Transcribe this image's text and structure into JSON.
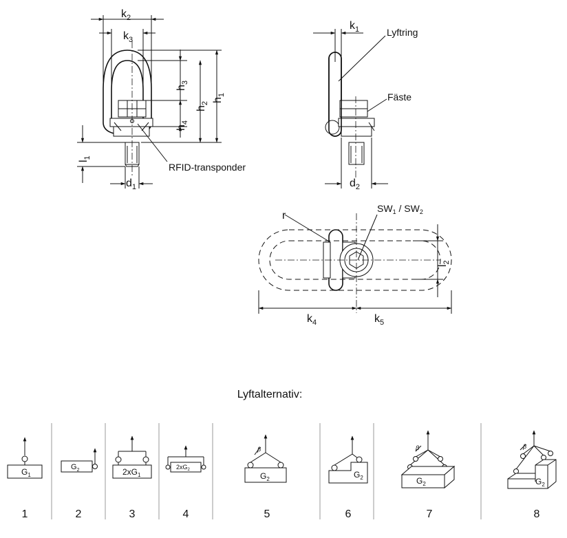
{
  "dimensions": {
    "k2": {
      "main": "k",
      "sub": "2"
    },
    "k3": {
      "main": "k",
      "sub": "3"
    },
    "k1": {
      "main": "k",
      "sub": "1"
    },
    "k4": {
      "main": "k",
      "sub": "4"
    },
    "k5": {
      "main": "k",
      "sub": "5"
    },
    "h1": {
      "main": "h",
      "sub": "1"
    },
    "h2": {
      "main": "h",
      "sub": "2"
    },
    "h3": {
      "main": "h",
      "sub": "3"
    },
    "h4": {
      "main": "h",
      "sub": "4"
    },
    "l1": {
      "main": "l",
      "sub": "1"
    },
    "l2": {
      "main": "l",
      "sub": "2"
    },
    "d1": {
      "main": "d",
      "sub": "1"
    },
    "d2": {
      "main": "d",
      "sub": "2"
    },
    "r": "r"
  },
  "labels": {
    "lyftring": "Lyftring",
    "faste": "Fäste",
    "rfid": "RFID-transponder",
    "sw": {
      "a": "SW",
      "a_sub": "1",
      "sep": " / SW",
      "b_sub": "2"
    },
    "section_title": "Lyftalternativ:"
  },
  "lift_options": [
    {
      "number": "1",
      "label": {
        "main": "G",
        "sub": "1"
      }
    },
    {
      "number": "2",
      "label": {
        "main": "G",
        "sub": "2"
      }
    },
    {
      "number": "3",
      "label": {
        "main": "2xG",
        "sub": "1"
      }
    },
    {
      "number": "4",
      "label": {
        "main": "2xG",
        "sub": "2"
      }
    },
    {
      "number": "5",
      "label": {
        "main": "G",
        "sub": "2"
      },
      "angle": "β"
    },
    {
      "number": "6",
      "label": {
        "main": "G",
        "sub": "2"
      }
    },
    {
      "number": "7",
      "label": {
        "main": "G",
        "sub": "2"
      },
      "angle": "β"
    },
    {
      "number": "8",
      "label": {
        "main": "G",
        "sub": "2"
      },
      "angle": "β"
    }
  ]
}
